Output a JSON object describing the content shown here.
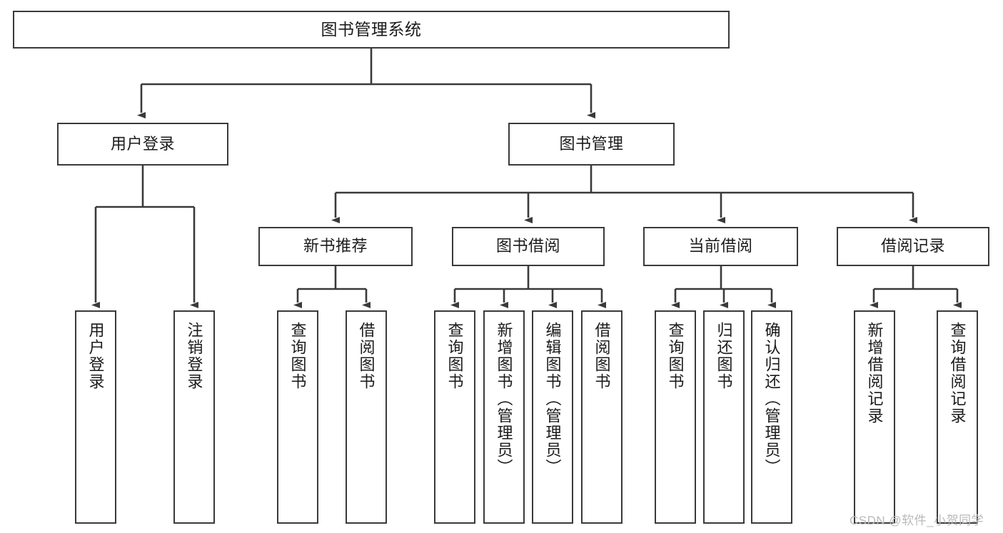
{
  "diagram": {
    "title": "图书管理系统",
    "type": "tree-hierarchy-chart",
    "root": {
      "id": "root",
      "label": "图书管理系统"
    },
    "level1": [
      {
        "id": "user-login",
        "label": "用户登录"
      },
      {
        "id": "book-manage",
        "label": "图书管理"
      }
    ],
    "level2": [
      {
        "id": "new-book-recommend",
        "label": "新书推荐",
        "parent": "book-manage"
      },
      {
        "id": "book-borrow",
        "label": "图书借阅",
        "parent": "book-manage"
      },
      {
        "id": "current-borrow",
        "label": "当前借阅",
        "parent": "book-manage"
      },
      {
        "id": "borrow-record",
        "label": "借阅记录",
        "parent": "book-manage"
      }
    ],
    "leaves": [
      {
        "id": "leaf-user-login",
        "label": "用户登录",
        "parent": "user-login"
      },
      {
        "id": "leaf-user-logout",
        "label": "注销登录",
        "parent": "user-login"
      },
      {
        "id": "leaf-query-book-1",
        "label": "查询图书",
        "parent": "new-book-recommend"
      },
      {
        "id": "leaf-borrow-book-1",
        "label": "借阅图书",
        "parent": "new-book-recommend"
      },
      {
        "id": "leaf-query-book-2",
        "label": "查询图书",
        "parent": "book-borrow"
      },
      {
        "id": "leaf-add-book",
        "label": "新增图书（管理员）",
        "parent": "book-borrow"
      },
      {
        "id": "leaf-edit-book",
        "label": "编辑图书（管理员）",
        "parent": "book-borrow"
      },
      {
        "id": "leaf-borrow-book-2",
        "label": "借阅图书",
        "parent": "book-borrow"
      },
      {
        "id": "leaf-query-book-3",
        "label": "查询图书",
        "parent": "current-borrow"
      },
      {
        "id": "leaf-return-book",
        "label": "归还图书",
        "parent": "current-borrow"
      },
      {
        "id": "leaf-confirm-return",
        "label": "确认归还（管理员）",
        "parent": "current-borrow"
      },
      {
        "id": "leaf-add-record",
        "label": "新增借阅记录",
        "parent": "borrow-record"
      },
      {
        "id": "leaf-query-record",
        "label": "查询借阅记录",
        "parent": "borrow-record"
      }
    ],
    "watermark": "CSDN @软件_小贺同学",
    "colors": {
      "stroke": "#3a3a3a",
      "fill": "#ffffff",
      "text": "#1b1b1b",
      "watermark": "#b9b9b9"
    }
  }
}
